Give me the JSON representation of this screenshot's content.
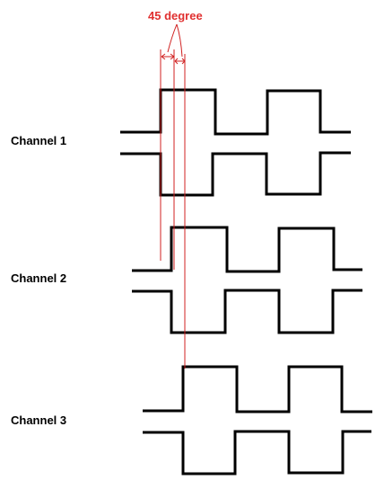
{
  "annotation": {
    "label": "45 degree",
    "color": "#e03030"
  },
  "channels": [
    {
      "label": "Channel 1"
    },
    {
      "label": "Channel 2"
    },
    {
      "label": "Channel 3"
    }
  ],
  "colors": {
    "waveform": "#000000",
    "marker": "#d02020"
  }
}
